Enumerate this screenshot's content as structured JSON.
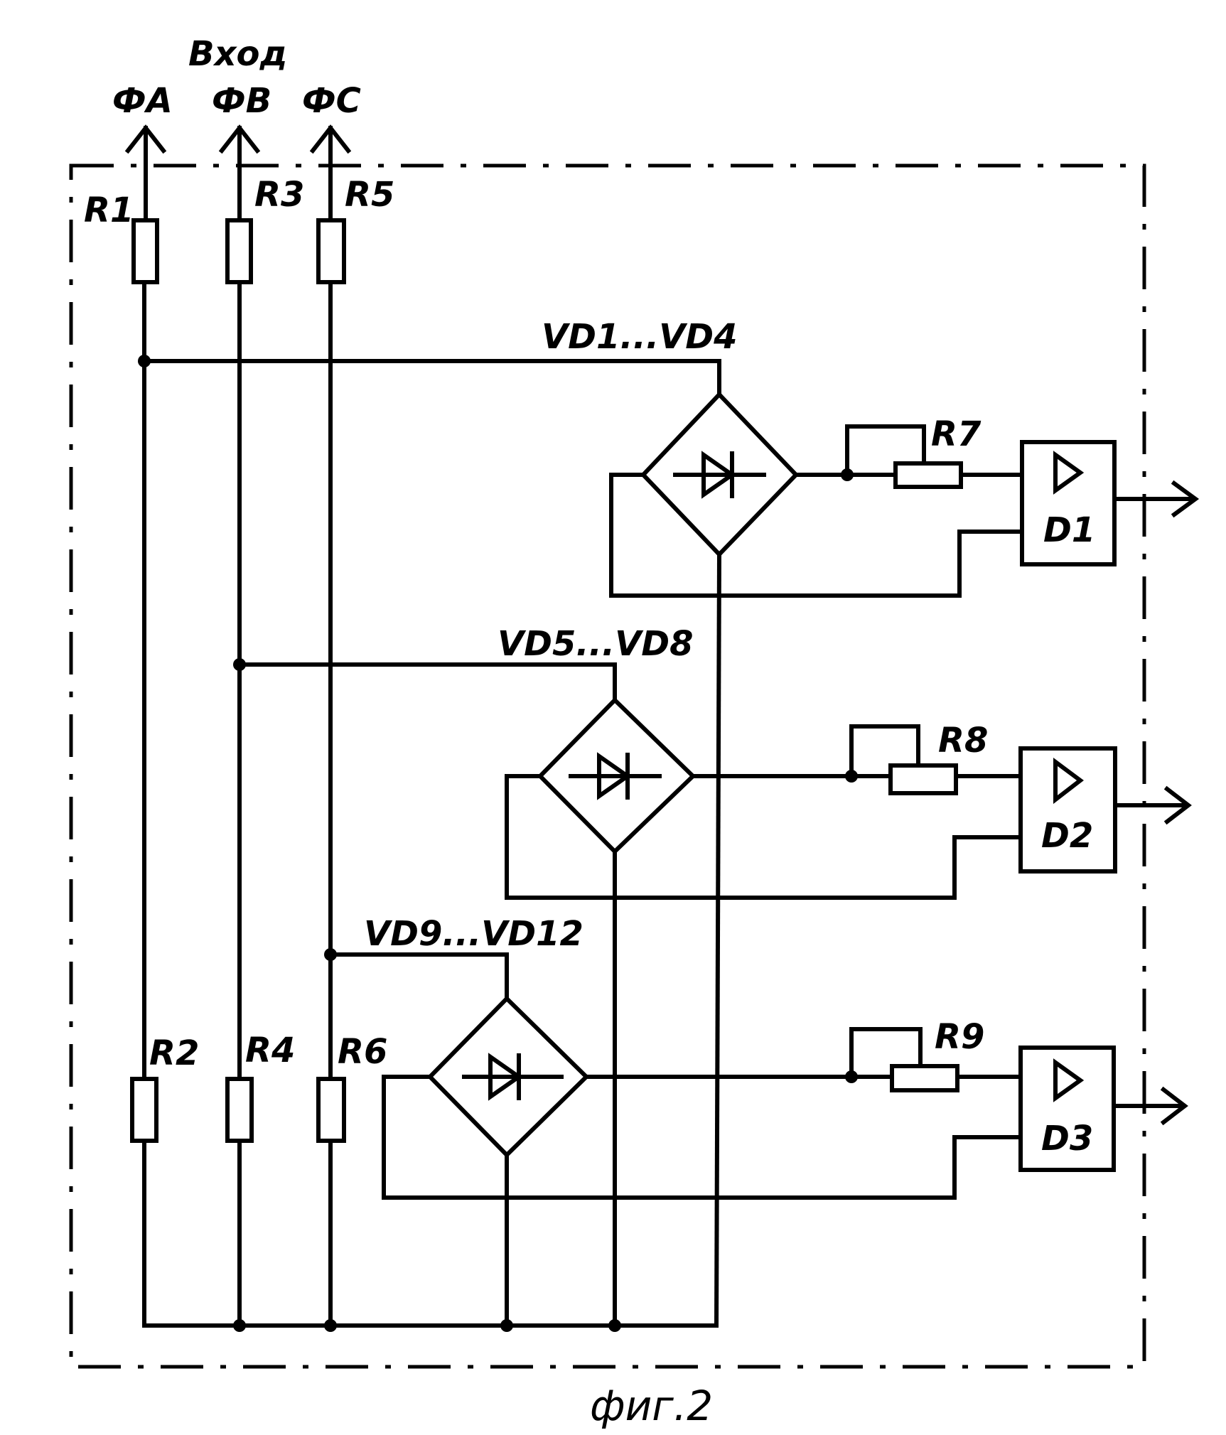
{
  "diagram": {
    "input_label": "Вход",
    "phases": [
      "ФА",
      "ФВ",
      "ФС"
    ],
    "resistors_top": [
      "R1",
      "R3",
      "R5"
    ],
    "resistors_bottom": [
      "R2",
      "R4",
      "R6"
    ],
    "bridges": [
      "VD1...VD4",
      "VD5...VD8",
      "VD9...VD12"
    ],
    "trimmers": [
      "R7",
      "R8",
      "R9"
    ],
    "amplifiers": [
      "D1",
      "D2",
      "D3"
    ],
    "caption": "фиг.2"
  }
}
